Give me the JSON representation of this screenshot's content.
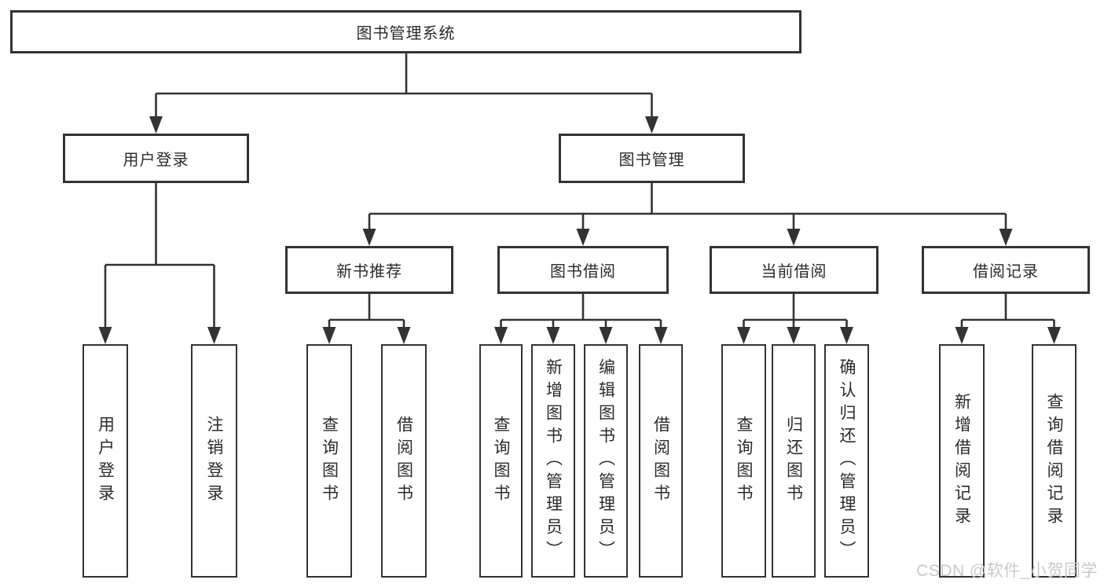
{
  "diagram": {
    "line_color": "#333333",
    "box_border_color": "#333333",
    "text_color": "#2b2b2b",
    "background": "#ffffff",
    "root": {
      "label": "图书管理系统"
    },
    "level2": [
      {
        "label": "用户登录"
      },
      {
        "label": "图书管理"
      }
    ],
    "level3": [
      {
        "label": "新书推荐"
      },
      {
        "label": "图书借阅"
      },
      {
        "label": "当前借阅"
      },
      {
        "label": "借阅记录"
      }
    ],
    "leaves": [
      {
        "label": "用户登录"
      },
      {
        "label": "注销登录"
      },
      {
        "label": "查询图书"
      },
      {
        "label": "借阅图书"
      },
      {
        "label": "查询图书"
      },
      {
        "label": "新增图书（管理员）"
      },
      {
        "label": "编辑图书（管理员）"
      },
      {
        "label": "借阅图书"
      },
      {
        "label": "查询图书"
      },
      {
        "label": "归还图书"
      },
      {
        "label": "确认归还（管理员）"
      },
      {
        "label": "新增借阅记录"
      },
      {
        "label": "查询借阅记录"
      }
    ]
  },
  "watermark": {
    "text": "CSDN @软件_小贺同学",
    "color": "#c9c9c9"
  }
}
